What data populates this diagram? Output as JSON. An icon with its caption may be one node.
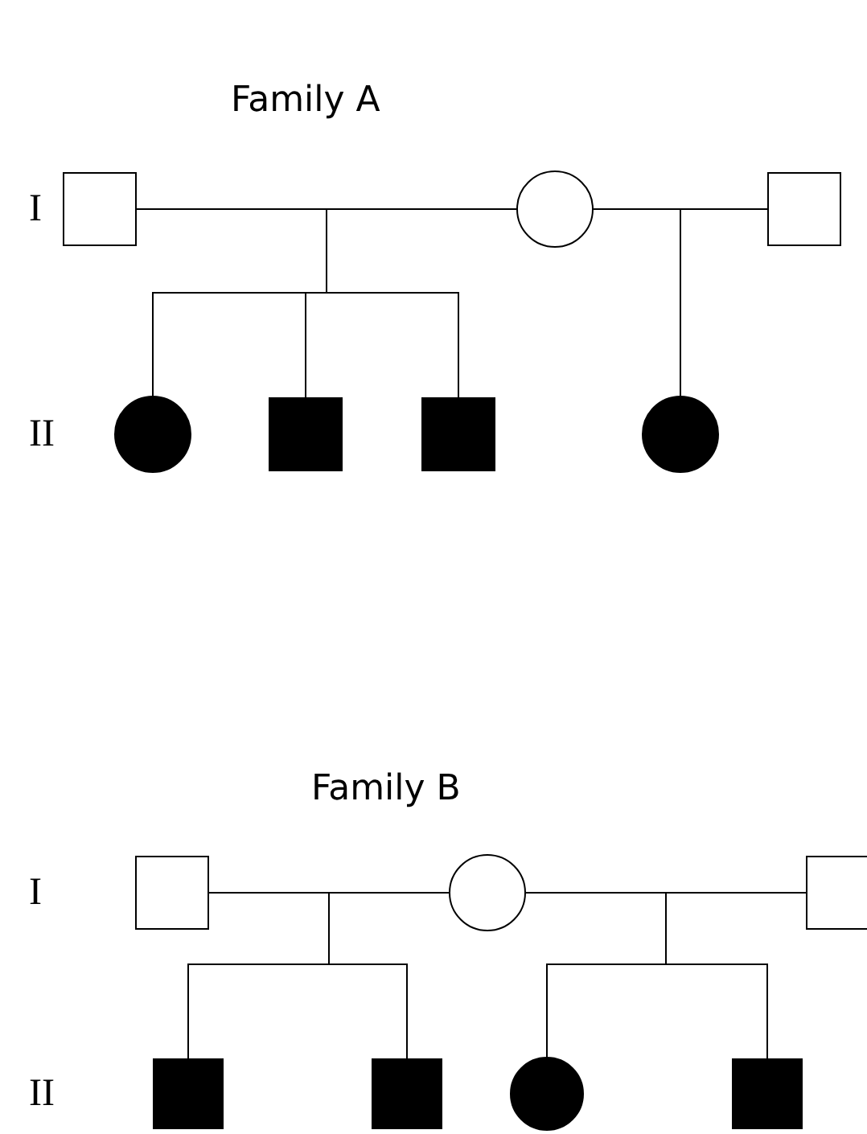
{
  "diagram": {
    "nodes": [
      {
        "text": [],
        "shape": "square"
      },
      {
        "text": [],
        "shape": "circle"
      },
      {
        "text": [],
        "shape": "square"
      },
      {
        "text": [],
        "shape": "disc"
      },
      {
        "text": [],
        "shape": "block"
      },
      {
        "text": [],
        "shape": "block"
      },
      {
        "text": [],
        "shape": "disc"
      },
      {
        "text": [],
        "shape": "square"
      },
      {
        "text": [],
        "shape": "circle"
      },
      {
        "text": [],
        "shape": "square"
      },
      {
        "text": [],
        "shape": "block"
      },
      {
        "text": [],
        "shape": "block"
      },
      {
        "text": [],
        "shape": "disc"
      },
      {
        "text": [],
        "shape": "block"
      }
    ],
    "edges": [
      {
        "from": 0,
        "to": 1,
        "arrow": "none"
      },
      {
        "from": 1,
        "to": 2,
        "arrow": "none"
      },
      {
        "from": 0,
        "to": 3,
        "arrow": "none"
      },
      {
        "from": 1,
        "to": 3,
        "arrow": "none"
      },
      {
        "from": 0,
        "to": 4,
        "arrow": "none"
      },
      {
        "from": 1,
        "to": 4,
        "arrow": "none"
      },
      {
        "from": 0,
        "to": 5,
        "arrow": "none"
      },
      {
        "from": 1,
        "to": 5,
        "arrow": "none"
      },
      {
        "from": 1,
        "to": 6,
        "arrow": "none"
      },
      {
        "from": 2,
        "to": 6,
        "arrow": "none"
      },
      {
        "from": 7,
        "to": 8,
        "arrow": "none"
      },
      {
        "from": 8,
        "to": 9,
        "arrow": "none"
      },
      {
        "from": 7,
        "to": 10,
        "arrow": "none"
      },
      {
        "from": 8,
        "to": 10,
        "arrow": "none"
      },
      {
        "from": 7,
        "to": 11,
        "arrow": "none"
      },
      {
        "from": 8,
        "to": 11,
        "arrow": "none"
      },
      {
        "from": 8,
        "to": 12,
        "arrow": "none"
      },
      {
        "from": 9,
        "to": 12,
        "arrow": "none"
      },
      {
        "from": 8,
        "to": 13,
        "arrow": "none"
      },
      {
        "from": 9,
        "to": 13,
        "arrow": "none"
      }
    ],
    "labels": [
      "Family A",
      "I",
      "II",
      "Family B",
      "I",
      "II"
    ]
  }
}
